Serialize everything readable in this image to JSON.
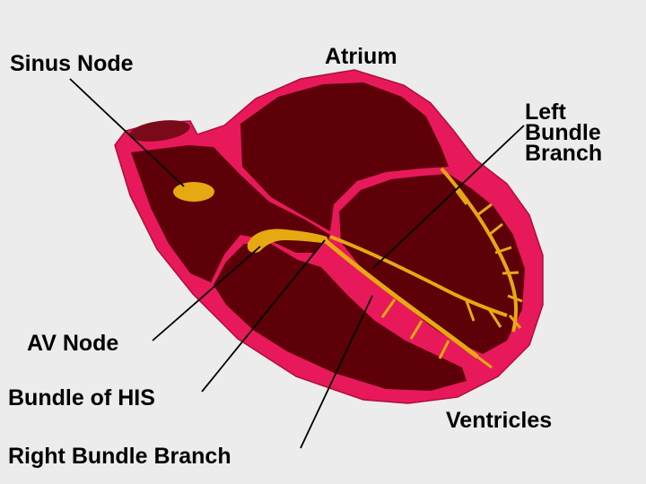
{
  "labels": {
    "sinus_node": "Sinus Node",
    "atrium": "Atrium",
    "left_bundle_branch": [
      "Left",
      "Bundle",
      "Branch"
    ],
    "av_node": "AV Node",
    "bundle_of_his": "Bundle of HIS",
    "ventricles": "Ventricles",
    "right_bundle_branch": "Right Bundle Branch"
  },
  "colors": {
    "background": "#ececec",
    "heart_wall": "#e8195a",
    "heart_chamber": "#5e0008",
    "conduction_tissue": "#e7a911",
    "leader_line": "#000000"
  }
}
